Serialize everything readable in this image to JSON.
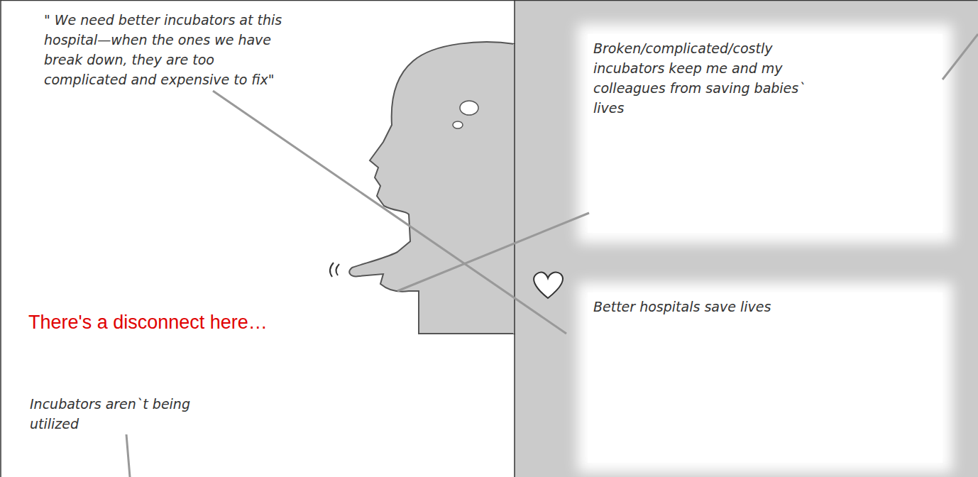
{
  "diagram": {
    "nodes": [
      {
        "text": [
          "Broken/complicated/costly incubators keep me and my colleagues from saving babies` lives"
        ]
      },
      {
        "text": [
          "Better hospitals save lives"
        ]
      }
    ],
    "labels": [
      "\" We need better incubators at this hospital—when the ones we have break down, they are too complicated and expensive to fix\"",
      "There's a disconnect here…",
      "Incubators aren`t being utilized"
    ]
  }
}
